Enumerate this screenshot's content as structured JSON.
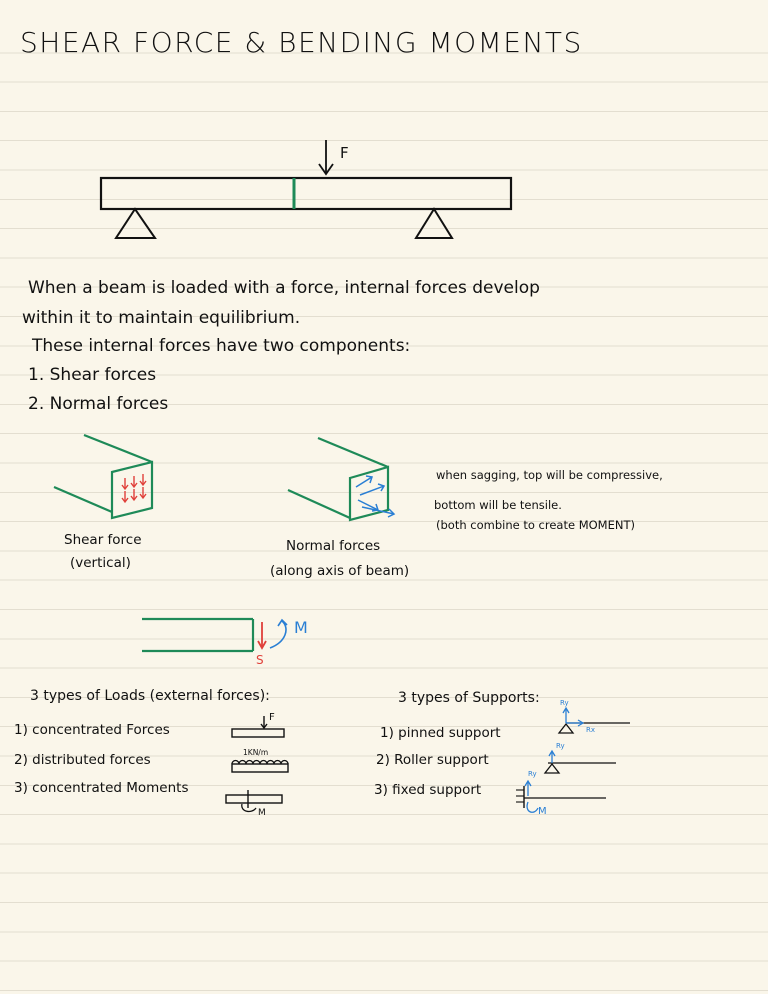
{
  "title": "SHEAR FORCE & BENDING MOMENTS",
  "beam_diagram": {
    "force_label": "F"
  },
  "intro": {
    "line1": "When a beam is loaded with a force, internal forces develop",
    "line2": "within it to maintain equilibrium.",
    "line3": "These internal forces have two components:",
    "item1": "1. Shear forces",
    "item2": "2. Normal forces"
  },
  "sections": {
    "shear_label": "Shear force",
    "shear_sub": "(vertical)",
    "normal_label": "Normal forces",
    "normal_sub": "(along axis of beam)",
    "sagging_line1": "when sagging, top will be compressive,",
    "sagging_line2": "bottom will be tensile.",
    "sagging_line3": "(both combine to create MOMENT)"
  },
  "moment_diagram": {
    "m_label": "M",
    "s_label": "S"
  },
  "loads": {
    "heading": "3 types of Loads (external forces):",
    "item1": "1) concentrated Forces",
    "item2": "2) distributed forces",
    "item3": "3) concentrated Moments",
    "f_label": "F",
    "dist_label": "1KN/m",
    "m_label": "M"
  },
  "supports": {
    "heading": "3 types of Supports:",
    "item1": "1) pinned support",
    "item2": "2) Roller support",
    "item3": "3) fixed support",
    "rx": "Rx",
    "ry": "Ry",
    "m": "M"
  },
  "colors": {
    "ink": "#111111",
    "green": "#1e8a58",
    "red": "#e0403a",
    "blue": "#2a7fd4",
    "paper": "#faf6ea",
    "rule": "#e3ded0"
  }
}
